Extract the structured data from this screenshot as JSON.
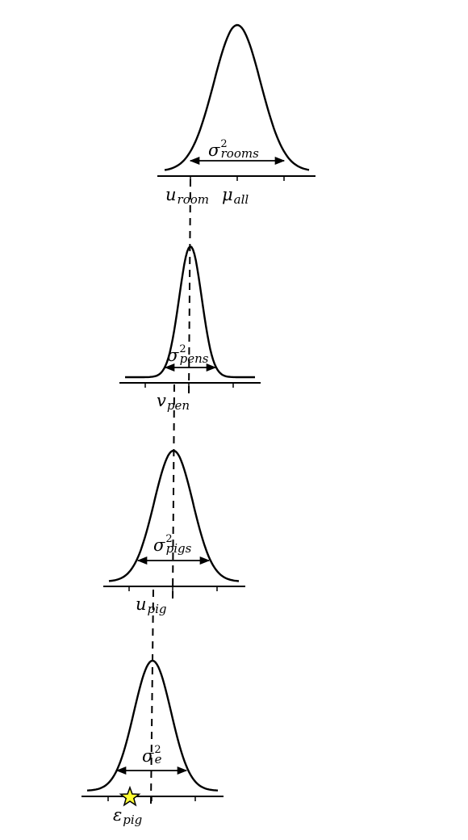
{
  "diagram": {
    "colors": {
      "stroke": "#000000",
      "star_fill": "#ffff33",
      "background": "#ffffff"
    },
    "levels": [
      {
        "id": "rooms",
        "variance_symbol": "σ",
        "variance_sub": "rooms",
        "variance_sup": "2",
        "value_symbol": "u",
        "value_sub": "room",
        "mean_symbol": "μ",
        "mean_sub": "all"
      },
      {
        "id": "pens",
        "variance_symbol": "σ",
        "variance_sub": "pens",
        "variance_sup": "2",
        "value_symbol": "v",
        "value_sub": "pen"
      },
      {
        "id": "pigs",
        "variance_symbol": "σ",
        "variance_sub": "pigs",
        "variance_sup": "2",
        "value_symbol": "u",
        "value_sub": "pig"
      },
      {
        "id": "residual",
        "variance_symbol": "σ",
        "variance_sub": "e",
        "variance_sup": "2",
        "value_symbol": "ε",
        "value_sub": "pig",
        "marker": "star-icon"
      }
    ]
  }
}
